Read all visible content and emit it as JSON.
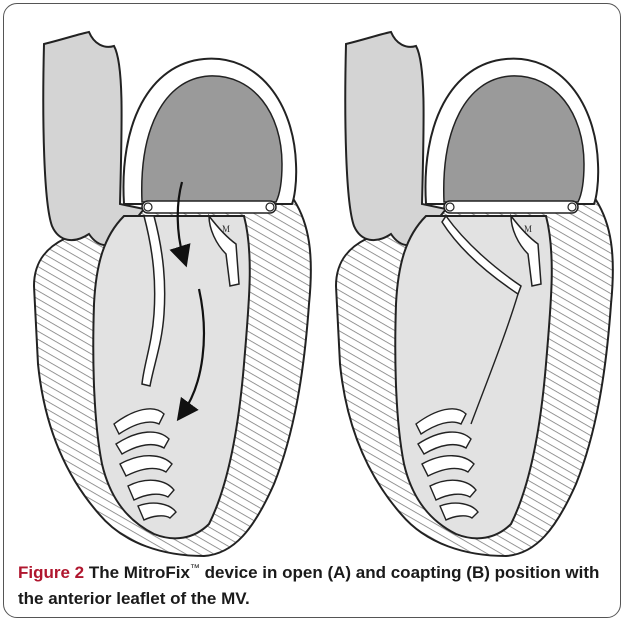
{
  "figure": {
    "label": "Figure 2",
    "caption_pre": "The MitroFix",
    "trademark": "™",
    "caption_post": " device in open (A) and coapting (B) position with the anterior leaflet of the MV.",
    "colors": {
      "atrium": "#9a9a9a",
      "ventricle": "#e2e2e2",
      "vessel": "#d4d4d4",
      "hatch": "#8a8a8a",
      "outline": "#222222"
    },
    "panels": [
      {
        "state": "open",
        "arrows": true
      },
      {
        "state": "coapting",
        "arrows": false
      }
    ]
  }
}
